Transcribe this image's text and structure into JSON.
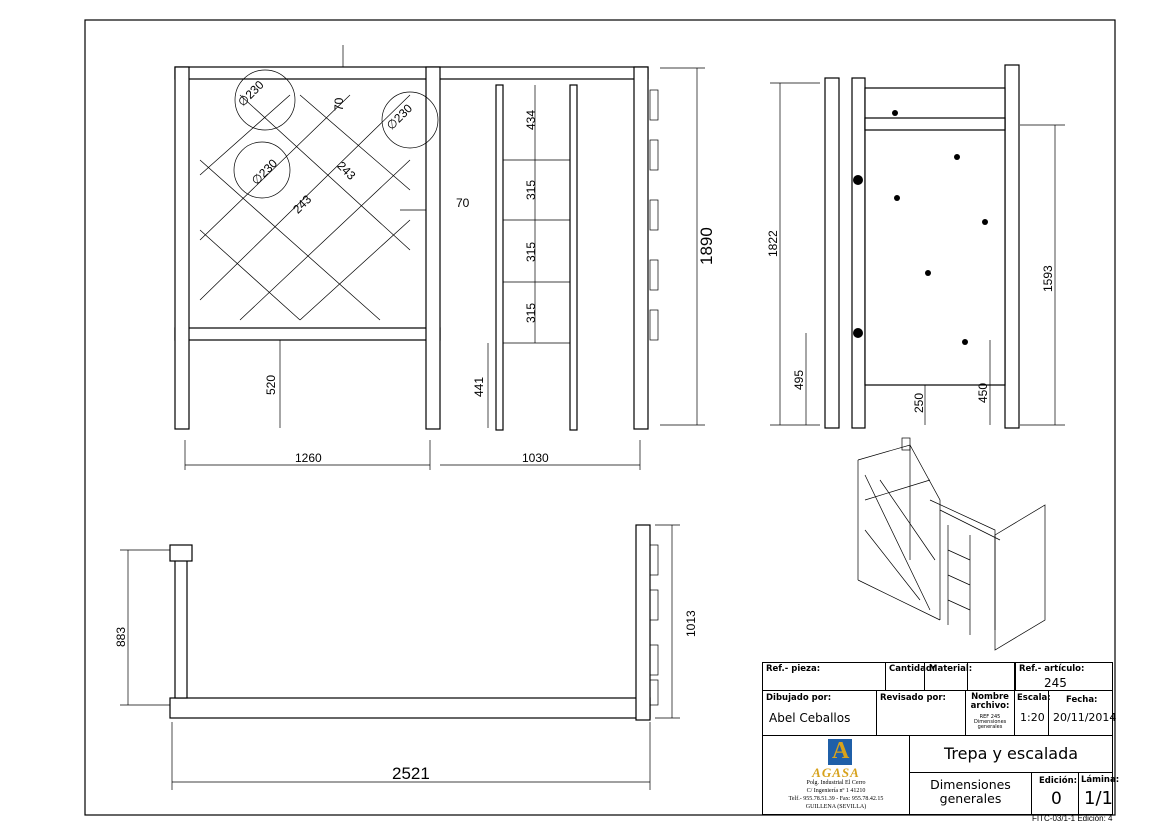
{
  "dimensions": {
    "front": {
      "d230a": "∅230",
      "d230b": "∅230",
      "d230c": "∅230",
      "d70a": "70",
      "d70b": "70",
      "d243a": "243",
      "d243b": "243",
      "d434": "434",
      "d315a": "315",
      "d315b": "315",
      "d315c": "315",
      "d520": "520",
      "d441": "441",
      "d1260": "1260",
      "d1030": "1030",
      "d1890": "1890"
    },
    "side": {
      "d1822": "1822",
      "d1593": "1593",
      "d495": "495",
      "d250": "250",
      "d450": "450"
    },
    "top": {
      "d883": "883",
      "d1013": "1013",
      "d2521": "2521"
    }
  },
  "title_block": {
    "ref_pieza_label": "Ref.- pieza:",
    "cantidad_label": "Cantidad:",
    "material_label": "Material:",
    "ref_articulo_label": "Ref.- artículo:",
    "ref_articulo": "245",
    "dibujado_label": "Dibujado por:",
    "dibujado": "Abel Ceballos",
    "revisado_label": "Revisado por:",
    "nombre_label": "Nombre archivo:",
    "nombre": "REF 245 Dimensiones generales",
    "escala_label": "Escala:",
    "escala": "1:20",
    "fecha_label": "Fecha:",
    "fecha": "20/11/2014",
    "title": "Trepa y escalada",
    "subtitle": "Dimensiones generales",
    "edicion_label": "Edición:",
    "edicion": "0",
    "lamina_label": "Lámina:",
    "lamina": "1/1",
    "company": "AGASA",
    "address": [
      "Polg. Industrial El Cerro",
      "C/ Ingeniería nº 1  41210",
      "Telf.- 955.78.51.39 - Fax: 955.78.42.15",
      "GUILLENA (SEVILLA)"
    ],
    "form_code": "FITC-03/1-1 Edición: 4"
  },
  "colors": {
    "logo_bg": "#1f5fa8",
    "logo_gold": "#d7a21c"
  }
}
